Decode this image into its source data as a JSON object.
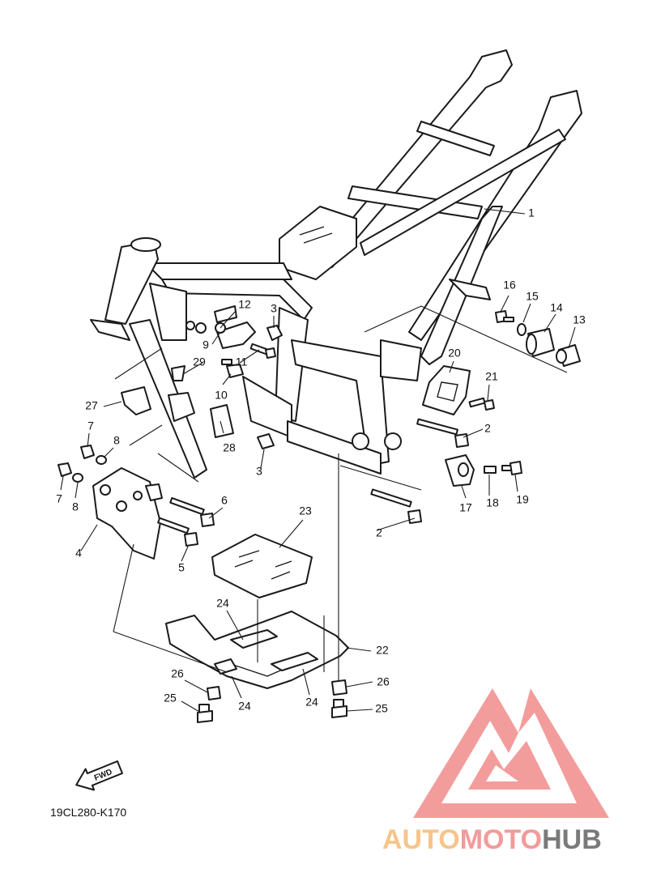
{
  "diagram": {
    "code": "19CL280-K170",
    "fwd_label": "FWD",
    "callouts": [
      {
        "id": "c1",
        "text": "1"
      },
      {
        "id": "c2a",
        "text": "2"
      },
      {
        "id": "c2b",
        "text": "2"
      },
      {
        "id": "c3a",
        "text": "3"
      },
      {
        "id": "c3b",
        "text": "3"
      },
      {
        "id": "c4",
        "text": "4"
      },
      {
        "id": "c5",
        "text": "5"
      },
      {
        "id": "c6",
        "text": "6"
      },
      {
        "id": "c7a",
        "text": "7"
      },
      {
        "id": "c7b",
        "text": "7"
      },
      {
        "id": "c8a",
        "text": "8"
      },
      {
        "id": "c8b",
        "text": "8"
      },
      {
        "id": "c9",
        "text": "9"
      },
      {
        "id": "c10",
        "text": "10"
      },
      {
        "id": "c11",
        "text": "11"
      },
      {
        "id": "c12",
        "text": "12"
      },
      {
        "id": "c13",
        "text": "13"
      },
      {
        "id": "c14",
        "text": "14"
      },
      {
        "id": "c15",
        "text": "15"
      },
      {
        "id": "c16",
        "text": "16"
      },
      {
        "id": "c17",
        "text": "17"
      },
      {
        "id": "c18",
        "text": "18"
      },
      {
        "id": "c19",
        "text": "19"
      },
      {
        "id": "c20",
        "text": "20"
      },
      {
        "id": "c21",
        "text": "21"
      },
      {
        "id": "c22",
        "text": "22"
      },
      {
        "id": "c23",
        "text": "23"
      },
      {
        "id": "c24a",
        "text": "24"
      },
      {
        "id": "c24b",
        "text": "24"
      },
      {
        "id": "c24c",
        "text": "24"
      },
      {
        "id": "c25a",
        "text": "25"
      },
      {
        "id": "c25b",
        "text": "25"
      },
      {
        "id": "c26a",
        "text": "26"
      },
      {
        "id": "c26b",
        "text": "26"
      },
      {
        "id": "c27",
        "text": "27"
      },
      {
        "id": "c28",
        "text": "28"
      },
      {
        "id": "c29",
        "text": "29"
      }
    ]
  },
  "watermark": {
    "brand_part1": "AUTO",
    "brand_part2": "MOTO",
    "brand_part3": "HUB",
    "color_part1": "#f6c48a",
    "color_part2": "#f39a9a",
    "color_part3": "#7a7a7a",
    "logo_color": "#f28b8b"
  }
}
